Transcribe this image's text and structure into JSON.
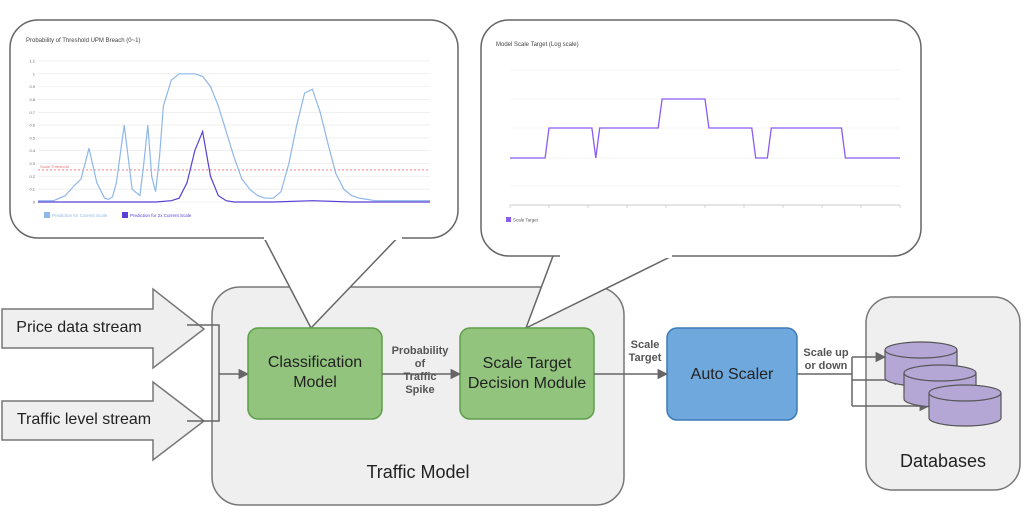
{
  "inputs": {
    "price_stream": "Price data stream",
    "traffic_stream": "Traffic level stream"
  },
  "traffic_model": {
    "title": "Traffic Model",
    "classification": "Classification Model",
    "decision": "Scale Target Decision Module",
    "edge_prob_lines": [
      "Probability",
      "of",
      "Traffic",
      "Spike"
    ]
  },
  "edge_scale_target_lines": [
    "Scale",
    "Target"
  ],
  "auto_scaler": "Auto Scaler",
  "edge_scale_up_lines": [
    "Scale up",
    "or down"
  ],
  "databases": "Databases",
  "colors": {
    "green": "#92c47e",
    "green_border": "#5f9e4a",
    "blue": "#6fa8dc",
    "blue_border": "#3d7ab8",
    "db_fill": "#b4a7d6",
    "panel_fill": "#efefef",
    "arrow_fill": "#efefef"
  },
  "chart_data": [
    {
      "type": "line",
      "title": "Probability of Threshold UPM Breach (0~1)",
      "ylim": [
        0,
        1.1
      ],
      "yticks": [
        "0",
        "0.1",
        "0.2",
        "0.3",
        "0.4",
        "0.5",
        "0.6",
        "0.7",
        "0.8",
        "0.9",
        "1",
        "1.1"
      ],
      "threshold": {
        "label": "Scale Threshold",
        "value": 0.25
      },
      "series": [
        {
          "name": "Prediction for Current Scale",
          "color": "#8fb7ea",
          "x": [
            0,
            4,
            7,
            9,
            11,
            13,
            15,
            17,
            18,
            19,
            20,
            22,
            24,
            26,
            27,
            28,
            29,
            30,
            31,
            32,
            34,
            36,
            37,
            38,
            40,
            42,
            44,
            46,
            48,
            50,
            52,
            54,
            56,
            58,
            60,
            62,
            64,
            66,
            68,
            70,
            72,
            74,
            76,
            78,
            80,
            82,
            84,
            86,
            88,
            90,
            92,
            94,
            96,
            98,
            100
          ],
          "values": [
            0.01,
            0.01,
            0.05,
            0.12,
            0.18,
            0.42,
            0.15,
            0.03,
            0.02,
            0.04,
            0.15,
            0.6,
            0.1,
            0.05,
            0.3,
            0.6,
            0.2,
            0.08,
            0.35,
            0.75,
            0.95,
            1.0,
            1.0,
            1.0,
            1.0,
            0.98,
            0.9,
            0.75,
            0.55,
            0.35,
            0.18,
            0.1,
            0.05,
            0.03,
            0.03,
            0.08,
            0.3,
            0.6,
            0.85,
            0.88,
            0.7,
            0.45,
            0.22,
            0.1,
            0.05,
            0.03,
            0.02,
            0.01,
            0.01,
            0.01,
            0.01,
            0.01,
            0.01,
            0.01,
            0.01
          ]
        },
        {
          "name": "Prediction for 2x Current Scale",
          "color": "#5b3fd6",
          "x": [
            0,
            30,
            34,
            36,
            38,
            40,
            42,
            44,
            46,
            48,
            50,
            60,
            70,
            80,
            100
          ],
          "values": [
            0.0,
            0.0,
            0.01,
            0.03,
            0.15,
            0.4,
            0.55,
            0.2,
            0.05,
            0.01,
            0.0,
            0.0,
            0.01,
            0.0,
            0.0
          ]
        }
      ]
    },
    {
      "type": "line",
      "title": "Model Scale Target (Log scale)",
      "series": [
        {
          "name": "Scale Target",
          "color": "#8a5cf0",
          "x": [
            0,
            9,
            10,
            21,
            22,
            23,
            24,
            38,
            39,
            50,
            51,
            62,
            63,
            66,
            67,
            85,
            86,
            100
          ],
          "values": [
            1,
            1,
            2,
            2,
            1,
            2,
            2,
            2,
            3,
            3,
            2,
            2,
            1,
            1,
            2,
            2,
            1,
            1
          ]
        }
      ]
    }
  ]
}
